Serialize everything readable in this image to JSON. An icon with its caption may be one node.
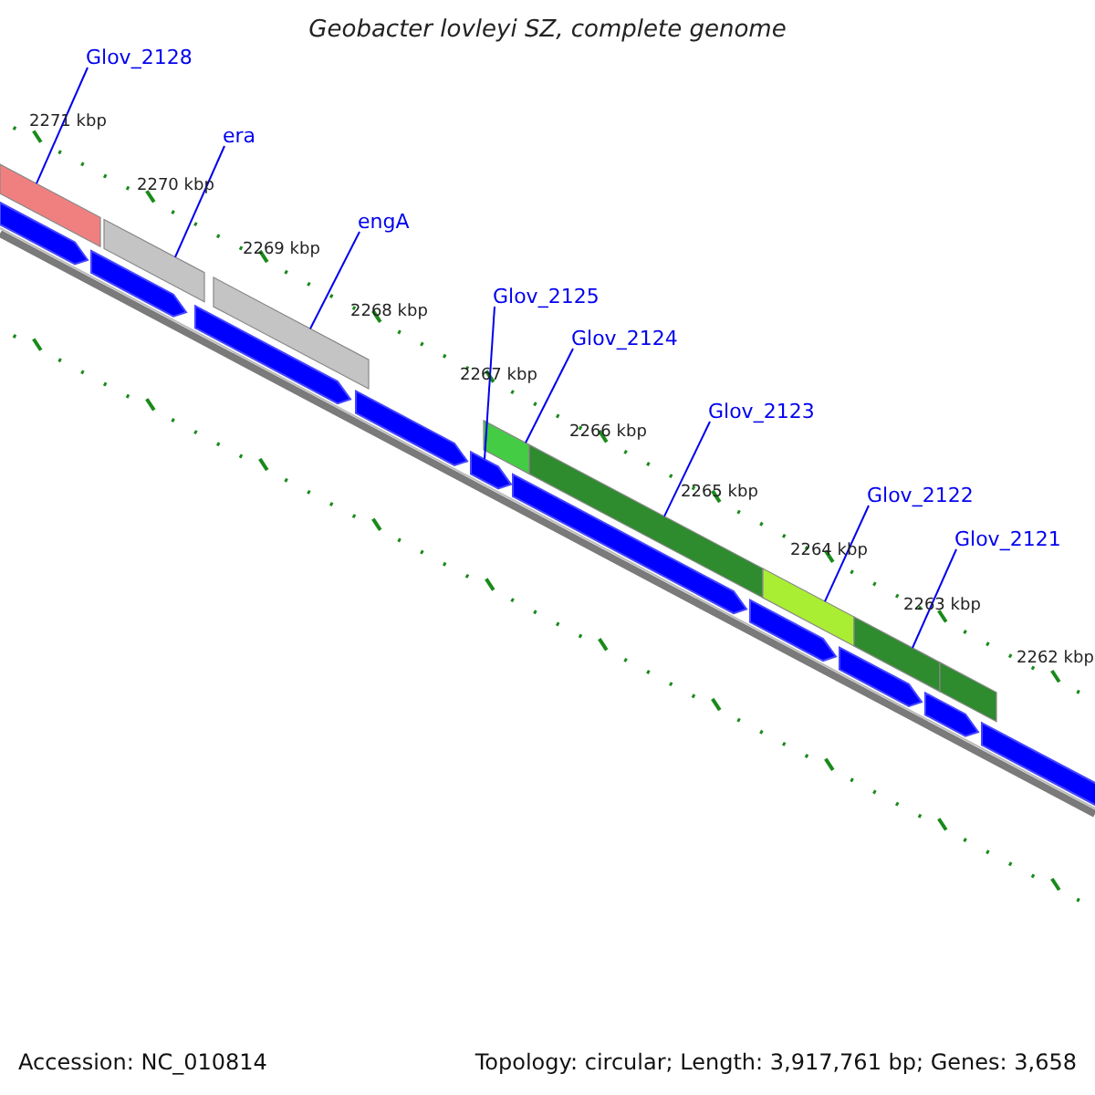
{
  "diagram": {
    "title": "Geobacter lovleyi SZ, complete genome",
    "nodes": [
      {
        "text": [
          "Glov_2128"
        ]
      },
      {
        "text": [
          "era"
        ]
      },
      {
        "text": [
          "engA"
        ]
      },
      {
        "text": [
          "Glov_2125"
        ]
      },
      {
        "text": [
          "Glov_2124"
        ]
      },
      {
        "text": [
          "Glov_2123"
        ]
      },
      {
        "text": [
          "Glov_2122"
        ]
      },
      {
        "text": [
          "Glov_2121"
        ]
      },
      {
        "text": [],
        "shape": "bar"
      },
      {
        "text": [],
        "shape": "bar"
      },
      {
        "text": [],
        "shape": "bar"
      },
      {
        "text": [],
        "shape": "bar"
      },
      {
        "text": [],
        "shape": "bar"
      },
      {
        "text": [],
        "shape": "bar"
      },
      {
        "text": [],
        "shape": "bar"
      },
      {
        "text": [],
        "shape": "bar"
      },
      {
        "text": [],
        "shape": "arrow"
      },
      {
        "text": [],
        "shape": "arrow"
      },
      {
        "text": [],
        "shape": "arrow"
      },
      {
        "text": [],
        "shape": "arrow"
      },
      {
        "text": [],
        "shape": "arrow"
      },
      {
        "text": [],
        "shape": "arrow"
      },
      {
        "text": [],
        "shape": "arrow"
      },
      {
        "text": [],
        "shape": "arrow"
      },
      {
        "text": [],
        "shape": "arrow"
      },
      {
        "text": [],
        "shape": "arrow"
      }
    ],
    "edges": [
      {
        "from": 0,
        "to": 8,
        "arrow": "none"
      },
      {
        "from": 1,
        "to": 9,
        "arrow": "none"
      },
      {
        "from": 2,
        "to": 10,
        "arrow": "none"
      },
      {
        "from": 3,
        "to": 20,
        "arrow": "none"
      },
      {
        "from": 4,
        "to": 11,
        "arrow": "none"
      },
      {
        "from": 5,
        "to": 12,
        "arrow": "none"
      },
      {
        "from": 6,
        "to": 13,
        "arrow": "none"
      },
      {
        "from": 7,
        "to": 14,
        "arrow": "none"
      }
    ],
    "labels": [
      "2271 kbp",
      "2270 kbp",
      "2269 kbp",
      "2268 kbp",
      "2267 kbp",
      "2266 kbp",
      "2265 kbp",
      "2264 kbp",
      "2263 kbp",
      "2262 kbp",
      "Accession: NC_010814",
      "Topology: circular; Length: 3,917,761 bp; Genes: 3,658"
    ]
  }
}
